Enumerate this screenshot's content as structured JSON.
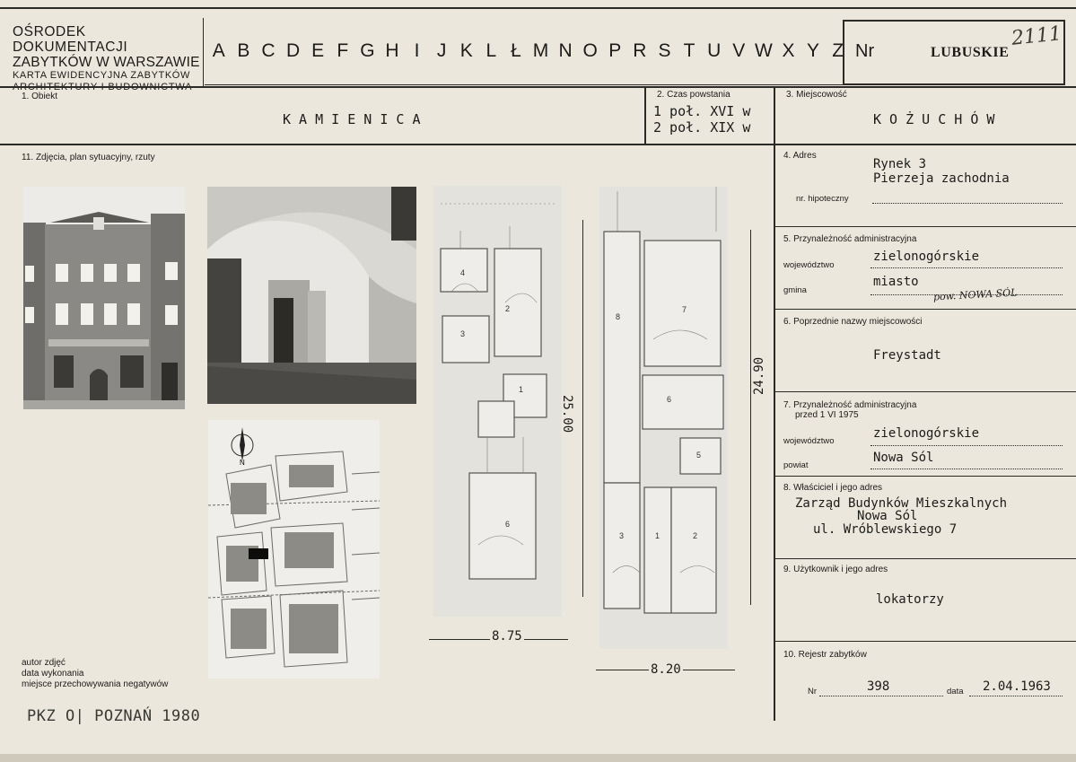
{
  "header": {
    "institution": [
      "OŚRODEK DOKUMENTACJI",
      "ZABYTKÓW W WARSZAWIE",
      "KARTA EWIDENCYJNA ZABYTKÓW",
      "ARCHITEKTURY I BUDOWNICTWA"
    ],
    "alphabet": [
      "A",
      "B",
      "C",
      "D",
      "E",
      "F",
      "G",
      "H",
      "I",
      "J",
      "K",
      "L",
      "Ł",
      "M",
      "N",
      "O",
      "P",
      "R",
      "S",
      "T",
      "U",
      "V",
      "W",
      "X",
      "Y",
      "Z"
    ],
    "nr_label": "Nr",
    "region": "LUBUSKIE",
    "handwritten_number": "2111"
  },
  "fields": {
    "object": {
      "label": "1. Obiekt",
      "value": "K A M I E N I C A"
    },
    "period": {
      "label": "2. Czas powstania",
      "line1": "1 poł. XVI w",
      "line2": "2 poł. XIX w"
    },
    "locality": {
      "label": "3. Miejscowość",
      "value": "K O Ż U C H Ó W"
    },
    "address": {
      "label": "4. Adres",
      "line1": "Rynek 3",
      "line2": "Pierzeja zachodnia",
      "mortgage_label": "nr. hipoteczny"
    },
    "admin": {
      "label": "5. Przynależność administracyjna",
      "voiv_label": "województwo",
      "voiv_value": "zielonogórskie",
      "gmina_label": "gmina",
      "gmina_value": "miasto",
      "gmina_note": "pow. NOWA SÓL"
    },
    "former_names": {
      "label": "6. Poprzednie nazwy miejscowości",
      "value": "Freystadt"
    },
    "admin_before": {
      "label1": "7. Przynależność administracyjna",
      "label2": "przed 1 VI 1975",
      "voiv_label": "województwo",
      "voiv_value": "zielonogórskie",
      "powiat_label": "powiat",
      "powiat_value": "Nowa Sól"
    },
    "owner": {
      "label": "8. Właściciel i jego adres",
      "line1": "Zarząd Budynków Mieszkalnych",
      "line2": "Nowa Sól",
      "line3": "ul. Wróblewskiego 7"
    },
    "user": {
      "label": "9. Użytkownik i jego adres",
      "value": "lokatorzy"
    },
    "register": {
      "label": "10. Rejestr zabytków",
      "nr_label": "Nr",
      "nr_value": "398",
      "date_label": "data",
      "date_value": "2.04.1963"
    },
    "photos": {
      "label": "11. Zdjęcia, plan sytuacyjny, rzuty"
    }
  },
  "plans": {
    "plan1_height": "25.00",
    "plan1_width": "8.75",
    "plan2_height": "24.90",
    "plan2_width": "8.20"
  },
  "footer": {
    "author": "autor zdjęć",
    "date": "data wykonania",
    "storage": "miejsce przechowywania negatywów",
    "stamp": "PKZ O| POZNAŃ 1980"
  }
}
